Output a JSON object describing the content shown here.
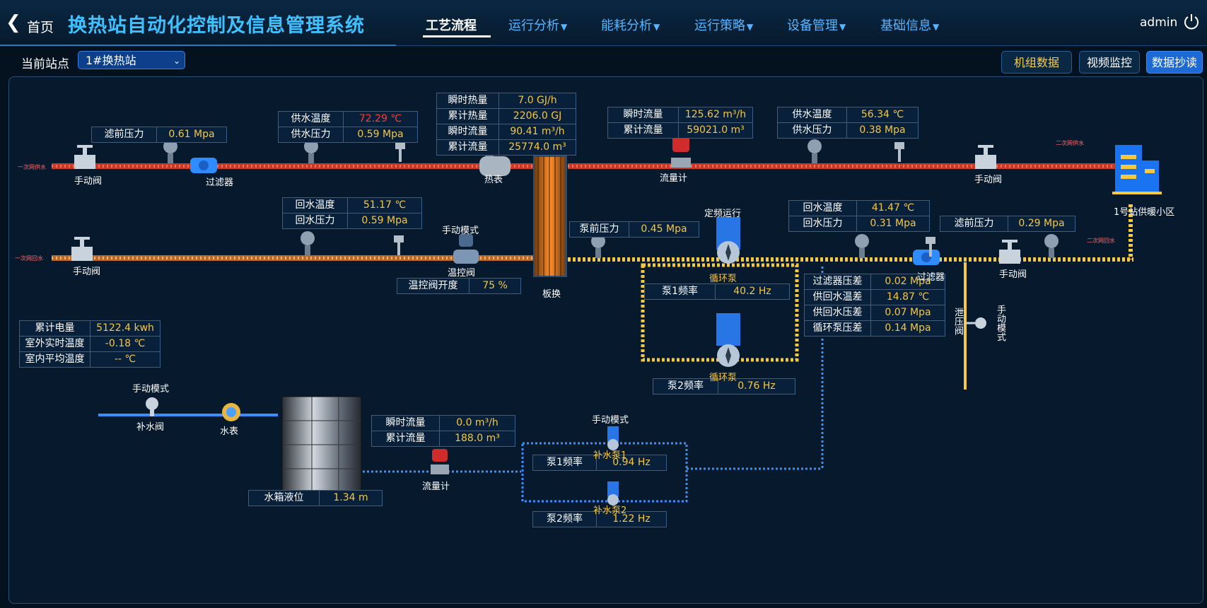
{
  "header": {
    "home": "首页",
    "title": "换热站自动化控制及信息管理系统",
    "nav": [
      "工艺流程",
      "运行分析",
      "能耗分析",
      "运行策略",
      "设备管理",
      "基础信息"
    ],
    "user": "admin"
  },
  "toolbar": {
    "station_label": "当前站点",
    "station_value": "1#换热站",
    "buttons": [
      "机组数据",
      "视频监控",
      "数据抄读"
    ]
  },
  "diagram": {
    "labels": {
      "primary_supply": "一次网供水",
      "primary_return": "一次网回水",
      "secondary_supply": "二次网供水",
      "secondary_return": "二次网回水",
      "manual_valve": "手动阀",
      "filter": "过滤器",
      "heat_meter": "热表",
      "flow_meter": "流量计",
      "temp_valve": "温控阀",
      "manual_mode": "手动模式",
      "plate_hx": "板换",
      "fixed_freq": "定频运行",
      "circ_pump": "循环泵",
      "community": "1号站供暖小区",
      "relief_valve": "泄压阀",
      "makeup_valve": "补水阀",
      "water_meter": "水表",
      "makeup_pump1": "补水泵1",
      "makeup_pump2": "补水泵2"
    },
    "boxes": {
      "pre_filter_p1": [
        [
          "滤前压力",
          "0.61 Mpa"
        ]
      ],
      "supply_left": [
        [
          "供水温度",
          "72.29 ℃"
        ],
        [
          "供水压力",
          "0.59 Mpa"
        ]
      ],
      "heat_meter": [
        [
          "瞬时热量",
          "7.0 GJ/h"
        ],
        [
          "累计热量",
          "2206.0 GJ"
        ],
        [
          "瞬时流量",
          "90.41 m³/h"
        ],
        [
          "累计流量",
          "25774.0 m³"
        ]
      ],
      "flow_top": [
        [
          "瞬时流量",
          "125.62 m³/h"
        ],
        [
          "累计流量",
          "59021.0 m³"
        ]
      ],
      "supply_right": [
        [
          "供水温度",
          "56.34 ℃"
        ],
        [
          "供水压力",
          "0.38 Mpa"
        ]
      ],
      "return_left": [
        [
          "回水温度",
          "51.17 ℃"
        ],
        [
          "回水压力",
          "0.59 Mpa"
        ]
      ],
      "pump_inlet": [
        [
          "泵前压力",
          "0.45 Mpa"
        ]
      ],
      "return_right": [
        [
          "回水温度",
          "41.47 ℃"
        ],
        [
          "回水压力",
          "0.31 Mpa"
        ]
      ],
      "pre_filter_p2": [
        [
          "滤前压力",
          "0.29 Mpa"
        ]
      ],
      "valve_open": [
        [
          "温控阀开度",
          "75 %"
        ]
      ],
      "pump1": [
        [
          "泵1频率",
          "40.2 Hz"
        ]
      ],
      "diffs": [
        [
          "过滤器压差",
          "0.02 Mpa"
        ],
        [
          "供回水温差",
          "14.87 ℃"
        ],
        [
          "供回水压差",
          "0.07 Mpa"
        ],
        [
          "循环泵压差",
          "0.14 Mpa"
        ]
      ],
      "pump2": [
        [
          "泵2频率",
          "0.76 Hz"
        ]
      ],
      "energy": [
        [
          "累计电量",
          "5122.4 kwh"
        ],
        [
          "室外实时温度",
          "-0.18 ℃"
        ],
        [
          "室内平均温度",
          "-- ℃"
        ]
      ],
      "makeup_flow": [
        [
          "瞬时流量",
          "0.0 m³/h"
        ],
        [
          "累计流量",
          "188.0 m³"
        ]
      ],
      "tank": [
        [
          "水箱液位",
          "1.34 m"
        ]
      ],
      "mk_pump1": [
        [
          "泵1频率",
          "0.94 Hz"
        ]
      ],
      "mk_pump2": [
        [
          "泵2频率",
          "1.22 Hz"
        ]
      ]
    },
    "colors": {
      "hot": "#ff4d2e",
      "warm": "#ffa347",
      "gold": "#f5c842",
      "blue": "#3a8fff",
      "value": "#f5c842",
      "alarm": "#ff3b3b"
    }
  }
}
